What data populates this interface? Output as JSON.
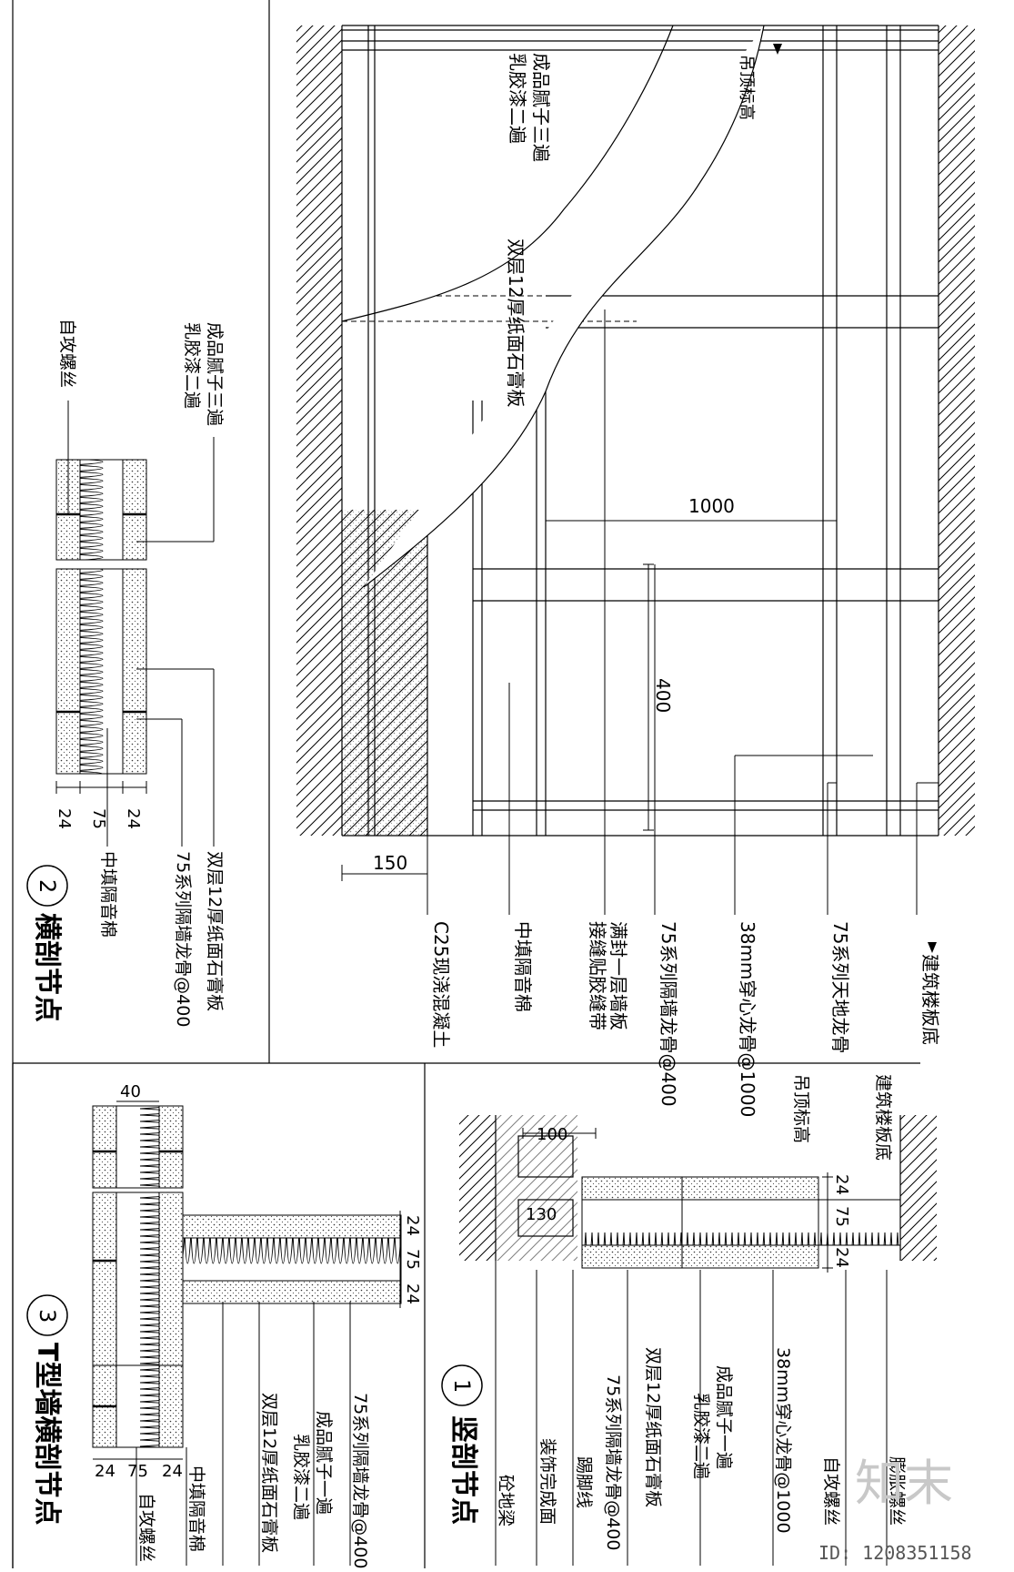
{
  "sections": {
    "vertical": {
      "number": "1",
      "title": "竖剖节点"
    },
    "cross": {
      "number": "2",
      "title": "横剖节点"
    },
    "tee": {
      "number": "3",
      "title": "T型墙横剖节点"
    }
  },
  "main_labels": {
    "ceiling_elev": "吊顶标高",
    "putty_top": "成品腻子三遍",
    "latex_top": "乳胶漆二遍",
    "double_board": "双层12厚纸面石膏板",
    "dim_1000": "1000",
    "dim_400": "400",
    "dim_150": "150",
    "slab_bottom": "建筑楼板底",
    "keel_sky_ground": "75系列天地龙骨",
    "keel_38": "38mm穿心龙骨@1000",
    "tape": "满封一层墙板",
    "tape2": "接缝贴胶缝带",
    "keel_75_400": "75系列隔墙龙骨@400",
    "rockwool": "中填隔音棉",
    "concrete": "C25现浇混凝土"
  },
  "sec2_labels": {
    "putty": "成品腻子三遍",
    "latex": "乳胶漆二遍",
    "screw": "自攻螺丝",
    "double_board": "双层12厚纸面石膏板",
    "keel": "75系列隔墙龙骨@400",
    "rockwool": "中填隔音棉",
    "dims": [
      "24",
      "75",
      "24"
    ]
  },
  "sec1_labels": {
    "slab_bottom": "建筑楼板底",
    "ceiling_elev": "吊顶标高",
    "dim_100": "100",
    "dim_130": "130",
    "dims": [
      "24",
      "75",
      "24"
    ],
    "expansion": "膨胀螺丝",
    "screw": "自攻螺丝",
    "keel_38": "38mm穿心龙骨@1000",
    "putty": "成品腻子一遍",
    "latex": "乳胶漆二遍",
    "double_board": "双层12厚纸面石膏板",
    "keel_75": "75系列隔墙龙骨@400",
    "skirting_line": "踢脚线",
    "finish_floor": "装饰完成面",
    "ground_beam": "砼地梁"
  },
  "sec3_labels": {
    "dim_40": "40",
    "dims": [
      "24",
      "75",
      "24"
    ],
    "keel": "75系列隔墙龙骨@400",
    "putty": "成品腻子一遍",
    "latex": "乳胶漆二遍",
    "double_board": "双层12厚纸面石膏板",
    "rockwool": "中填隔音棉",
    "screw": "自攻螺丝"
  },
  "watermark": {
    "brand": "知末",
    "id": "ID: 1208351158"
  }
}
